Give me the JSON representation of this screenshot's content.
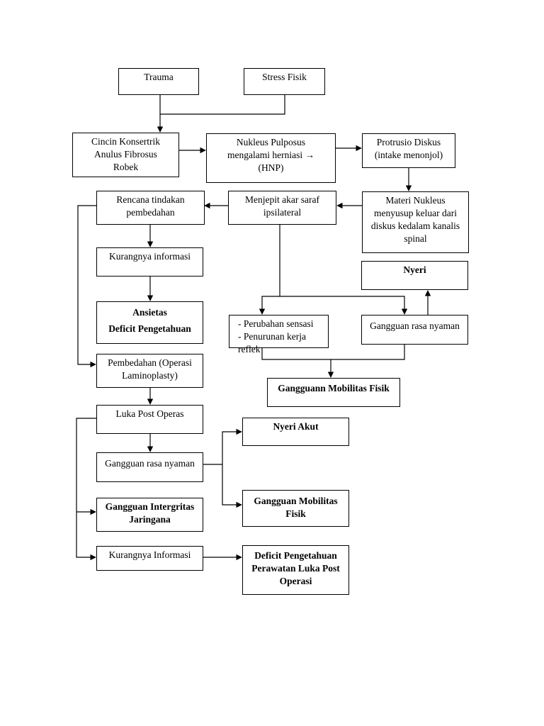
{
  "nodes": {
    "trauma": [
      "Trauma"
    ],
    "stress": [
      "Stress Fisik"
    ],
    "cincin": [
      "Cincin Konsertrik",
      "Anulus  Fibrosus",
      "Robek"
    ],
    "nukleus": [
      "Nukleus Pulposus",
      "mengalami herniasi →",
      "(HNP)"
    ],
    "protrusio": [
      "Protrusio Diskus",
      "(intake menonjol)"
    ],
    "rencana": [
      "Rencana tindakan",
      "pembedahan"
    ],
    "menjepit": [
      "Menjepit akar saraf",
      "ipsilateral"
    ],
    "materi": [
      "Materi Nukleus",
      "menyusup keluar dari",
      "diskus kedalam kanalis",
      "spinal"
    ],
    "kurang_info_1": [
      "Kurangnya informasi"
    ],
    "nyeri": [
      "Nyeri"
    ],
    "ansietas": [
      "Ansietas",
      "Deficit Pengetahuan"
    ],
    "perubahan": [
      "-  Perubahan sensasi",
      "-  Penurunan kerja reflek"
    ],
    "gangguan_nyaman_1": [
      "Gangguan rasa nyaman"
    ],
    "pembedahan": [
      "Pembedahan (Operasi",
      "Laminoplasty)"
    ],
    "mobilitas_1": [
      "Gangguann Mobilitas Fisik"
    ],
    "luka": [
      "Luka Post Operas"
    ],
    "nyeri_akut": [
      "Nyeri Akut"
    ],
    "gangguan_nyaman_2": [
      "Gangguan rasa nyaman"
    ],
    "mobilitas_2": [
      "Gangguan Mobilitas",
      "Fisik"
    ],
    "integritas": [
      "Gangguan Intergritas",
      "Jaringana"
    ],
    "kurang_info_2": [
      "Kurangnya Informasi"
    ],
    "deficit_luka": [
      "Deficit Pengetahuan",
      "Perawatan Luka Post",
      "Operasi"
    ]
  }
}
